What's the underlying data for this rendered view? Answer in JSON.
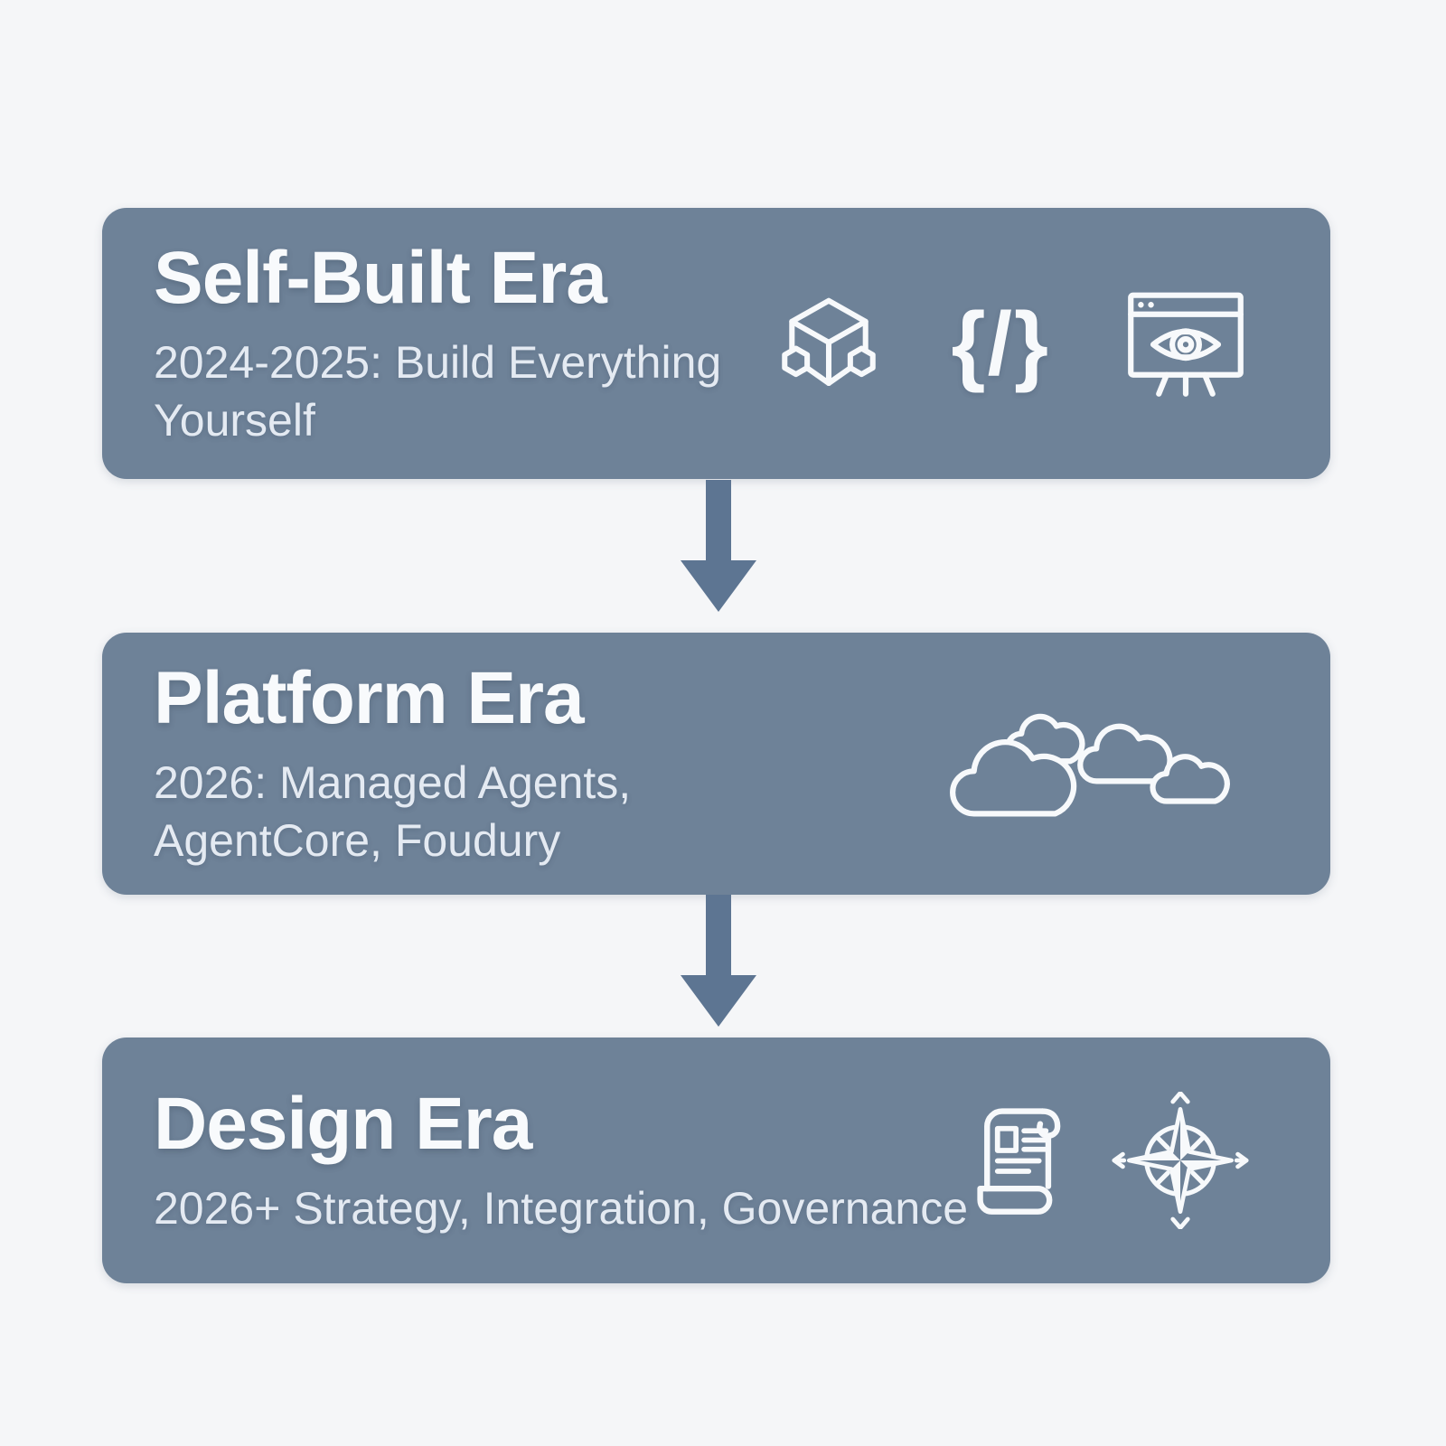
{
  "diagram": {
    "background_color": "#f5f6f8",
    "box_color": "#6e8298",
    "arrow_color": "#5d7592",
    "title_color": "#f8fafc",
    "subtitle_color": "#e4eaf2",
    "icon_color": "#f7f9fb",
    "eras": [
      {
        "title": "Self-Built Era",
        "subtitle_line1": "2024-2025: Build Everything",
        "subtitle_line2": "Yourself",
        "icons": [
          "cube-module-icon",
          "code-brackets-icon",
          "monitor-eye-icon"
        ]
      },
      {
        "title": "Platform Era",
        "subtitle_line1": "2026: Managed Agents,",
        "subtitle_line2": "AgentCore, Foudury",
        "icons": [
          "clouds-icon"
        ]
      },
      {
        "title": "Design Era",
        "subtitle_line1": "2026+ Strategy, Integration, Governance",
        "subtitle_line2": "",
        "icons": [
          "scroll-icon",
          "compass-icon"
        ]
      }
    ],
    "code_glyph": "{/}"
  }
}
